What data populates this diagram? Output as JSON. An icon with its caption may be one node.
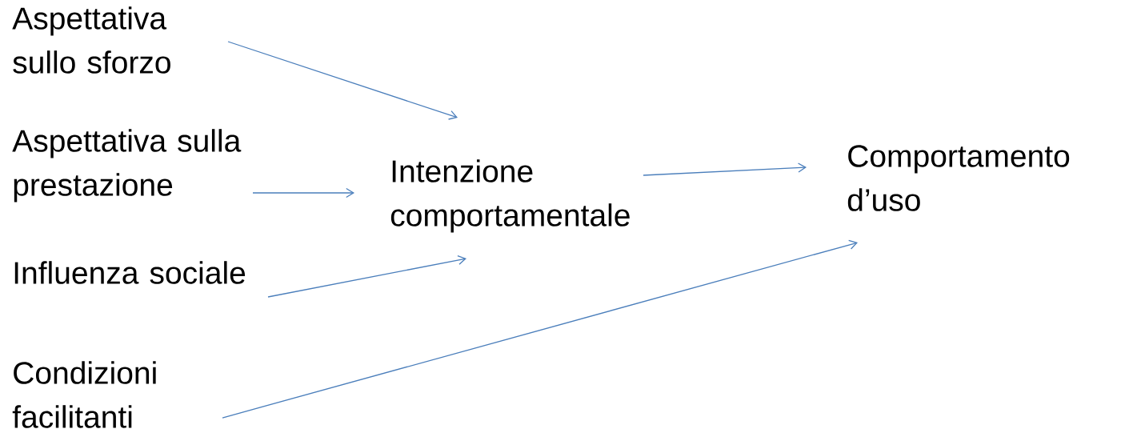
{
  "diagram": {
    "nodes": [
      {
        "text": [
          "Aspettativa sullo sforzo"
        ]
      },
      {
        "text": [
          "Aspettativa sulla prestazione"
        ]
      },
      {
        "text": [
          "Influenza sociale"
        ]
      },
      {
        "text": [
          "Condizioni facilitanti"
        ]
      },
      {
        "text": [
          "Intenzione comportamentale"
        ]
      },
      {
        "text": [
          "Comportamento d’uso"
        ]
      }
    ],
    "edges": [
      {
        "from": 0,
        "to": 4,
        "arrow": "to"
      },
      {
        "from": 1,
        "to": 4,
        "arrow": "to"
      },
      {
        "from": 2,
        "to": 4,
        "arrow": "to"
      },
      {
        "from": 4,
        "to": 5,
        "arrow": "to"
      },
      {
        "from": 3,
        "to": 5,
        "arrow": "to"
      }
    ]
  }
}
